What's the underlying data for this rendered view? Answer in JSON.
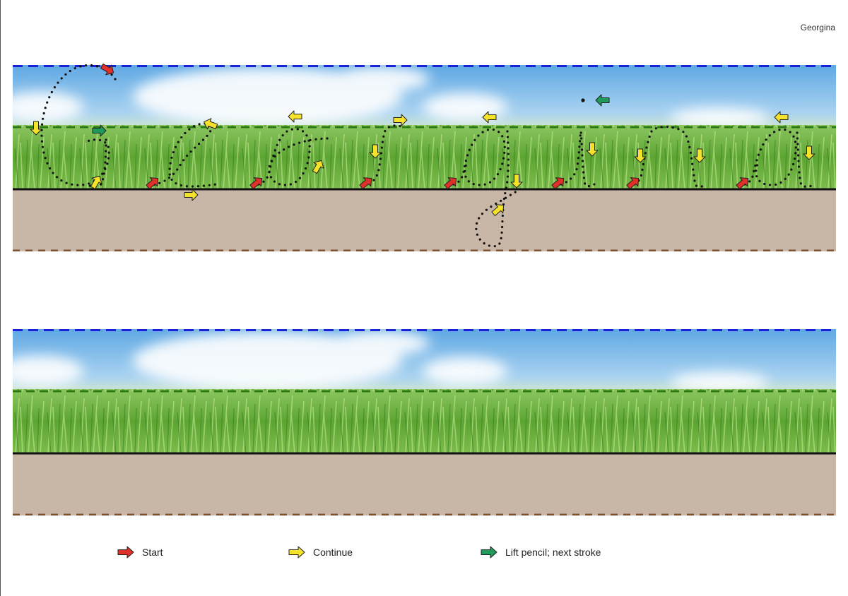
{
  "header": {
    "name": "Georgina"
  },
  "practice_word": "Georgina",
  "colors": {
    "top_line": "#1a23d8",
    "midline": "#2b7a12",
    "baseline": "#111111",
    "descender_line": "#7a5230",
    "ground": "#c8b6a6",
    "sky": "#6fb2e6",
    "grass": "#64a83a",
    "start_arrow": "#e0302a",
    "continue_arrow": "#f5e22a",
    "lift_arrow": "#1f9a5a"
  },
  "legend": {
    "start": {
      "label": "Start",
      "icon": "red-arrow-icon"
    },
    "continue": {
      "label": "Continue",
      "icon": "yellow-arrow-icon"
    },
    "lift": {
      "label": "Lift pencil; next stroke",
      "icon": "green-arrow-icon"
    }
  }
}
